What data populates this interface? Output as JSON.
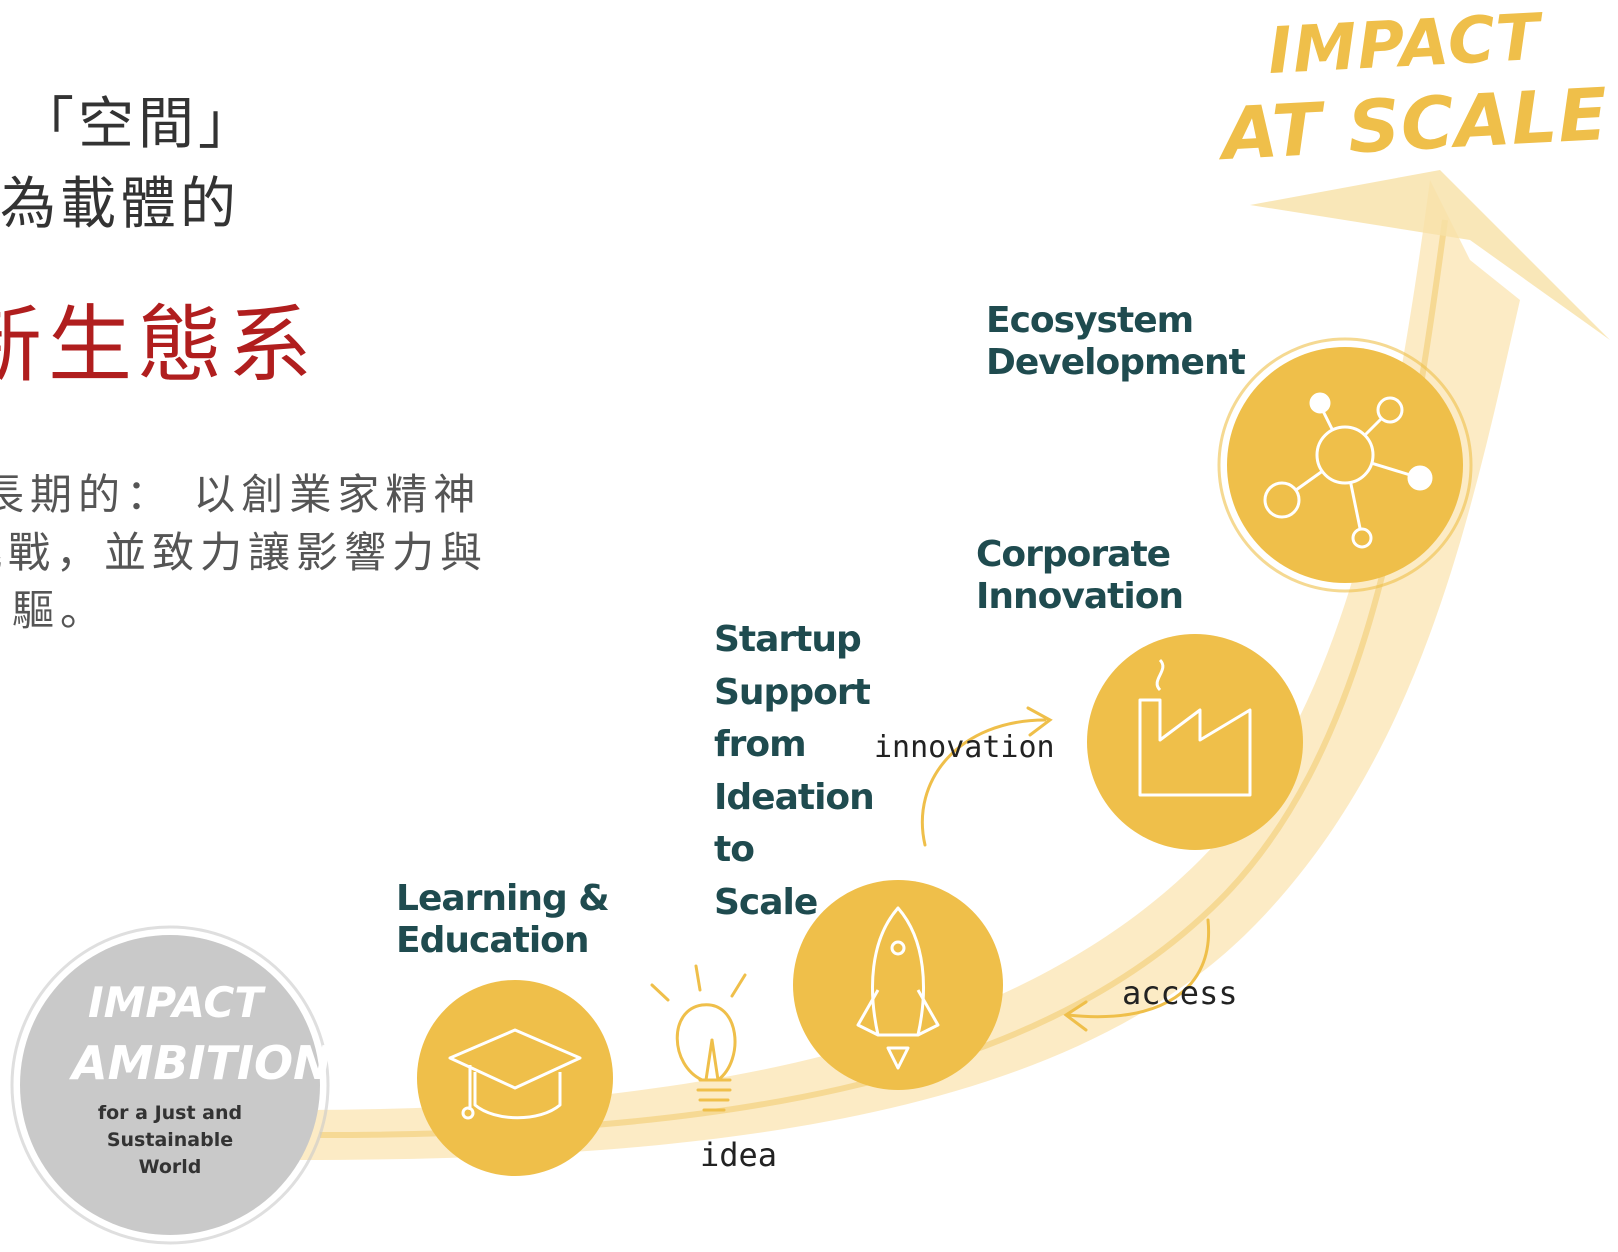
{
  "text_panel": {
    "heading_line1": "「空間」",
    "heading_line2": "為載體的",
    "heading_big": "新生態系",
    "body_lines": [
      "長期的： 以創業家精神",
      "挑戰，並致力讓影響力與",
      "驅。"
    ]
  },
  "diagram": {
    "goal_line1": "IMPACT",
    "goal_line2": "AT SCALE",
    "start_line1": "IMPACT",
    "start_line2": "AMBITION",
    "start_tagline": [
      "for a Just and",
      "Sustainable",
      "World"
    ],
    "stages": [
      {
        "label_lines": [
          "Learning &",
          "Education"
        ],
        "icon": "graduation-cap-icon"
      },
      {
        "label_lines": [
          "Startup",
          "Support",
          "from",
          "Ideation",
          "to",
          "Scale"
        ],
        "icon": "rocket-icon"
      },
      {
        "label_lines": [
          "Corporate",
          "Innovation"
        ],
        "icon": "factory-icon"
      },
      {
        "label_lines": [
          "Ecosystem",
          "Development"
        ],
        "icon": "network-icon"
      }
    ],
    "annotations": {
      "idea": "idea",
      "innovation": "innovation",
      "access": "access"
    },
    "colors": {
      "circle": "#efbf4a",
      "path": "#fbe7bb",
      "label": "#1f4b4f",
      "accent_red": "#b01e1e",
      "start_circle": "#c9c9c9"
    }
  }
}
